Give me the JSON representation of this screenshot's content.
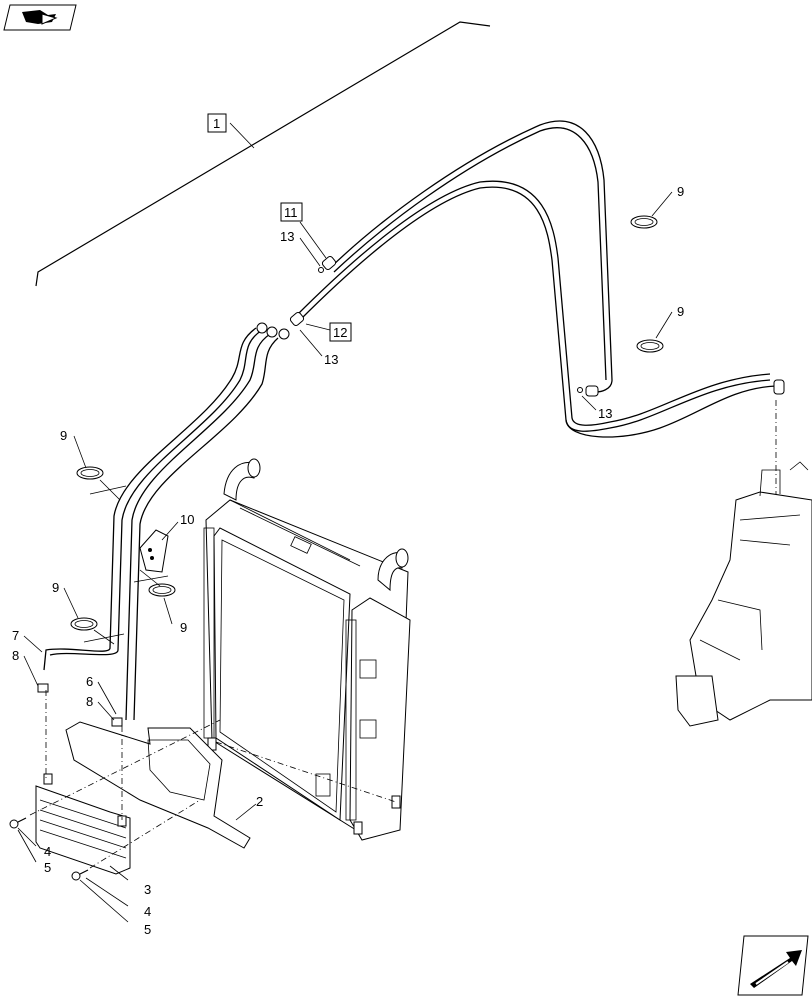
{
  "callouts": {
    "c1": "1",
    "c2": "2",
    "c3": "3",
    "c4a": "4",
    "c4b": "4",
    "c5a": "5",
    "c5b": "5",
    "c6": "6",
    "c7": "7",
    "c8a": "8",
    "c8b": "8",
    "c9a": "9",
    "c9b": "9",
    "c9c": "9",
    "c9d": "9",
    "c9e": "9",
    "c10": "10",
    "c11": "11",
    "c12": "12",
    "c13a": "13",
    "c13b": "13",
    "c13c": "13"
  },
  "icons": {
    "top_left": "book-hand-icon",
    "bottom_right": "next-page-arrow-icon"
  }
}
